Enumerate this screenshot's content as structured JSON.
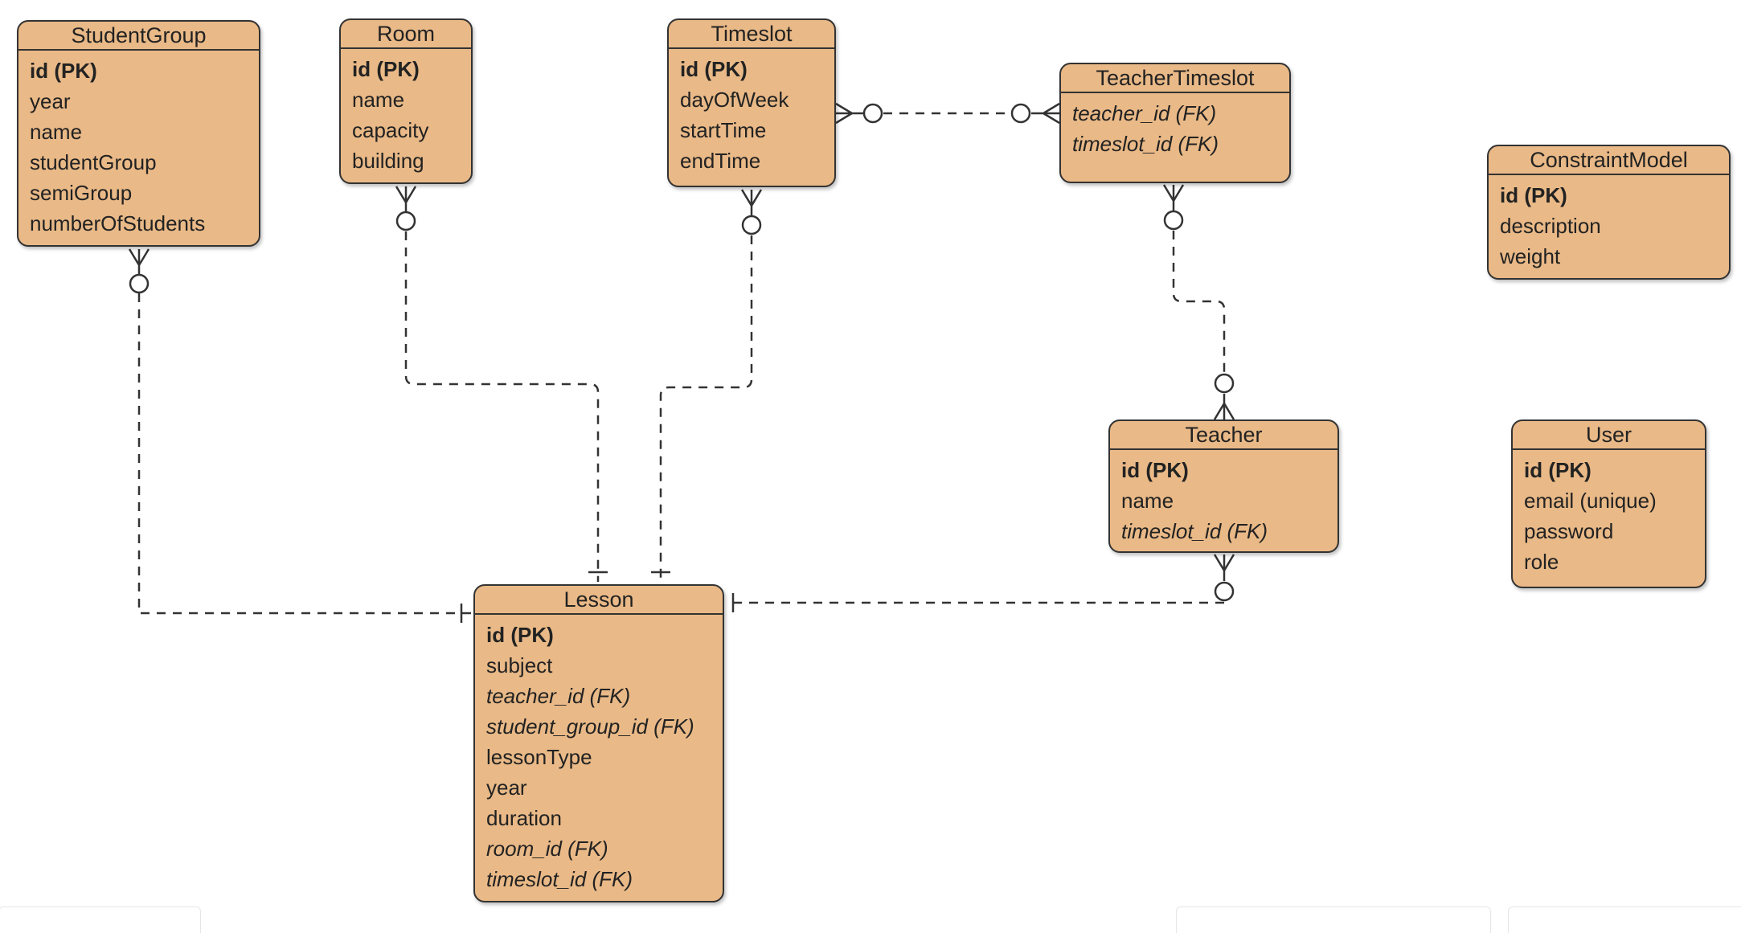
{
  "entities": {
    "student_group": {
      "title": "StudentGroup",
      "attrs": [
        {
          "text": "id (PK)",
          "kind": "pk"
        },
        {
          "text": "year",
          "kind": ""
        },
        {
          "text": "name",
          "kind": ""
        },
        {
          "text": "studentGroup",
          "kind": ""
        },
        {
          "text": "semiGroup",
          "kind": ""
        },
        {
          "text": "numberOfStudents",
          "kind": ""
        }
      ]
    },
    "room": {
      "title": "Room",
      "attrs": [
        {
          "text": "id (PK)",
          "kind": "pk"
        },
        {
          "text": "name",
          "kind": ""
        },
        {
          "text": "capacity",
          "kind": ""
        },
        {
          "text": "building",
          "kind": ""
        }
      ]
    },
    "timeslot": {
      "title": "Timeslot",
      "attrs": [
        {
          "text": "id (PK)",
          "kind": "pk"
        },
        {
          "text": "dayOfWeek",
          "kind": ""
        },
        {
          "text": "startTime",
          "kind": ""
        },
        {
          "text": "endTime",
          "kind": ""
        }
      ]
    },
    "teacher_timeslot": {
      "title": "TeacherTimeslot",
      "attrs": [
        {
          "text": "teacher_id (FK)",
          "kind": "fk"
        },
        {
          "text": "timeslot_id (FK)",
          "kind": "fk"
        }
      ]
    },
    "constraint_model": {
      "title": "ConstraintModel",
      "attrs": [
        {
          "text": "id (PK)",
          "kind": "pk"
        },
        {
          "text": "description",
          "kind": ""
        },
        {
          "text": "weight",
          "kind": ""
        }
      ]
    },
    "teacher": {
      "title": "Teacher",
      "attrs": [
        {
          "text": "id (PK)",
          "kind": "pk"
        },
        {
          "text": "name",
          "kind": ""
        },
        {
          "text": "timeslot_id (FK)",
          "kind": "fk"
        }
      ]
    },
    "user": {
      "title": "User",
      "attrs": [
        {
          "text": "id (PK)",
          "kind": "pk"
        },
        {
          "text": "email (unique)",
          "kind": ""
        },
        {
          "text": "password",
          "kind": ""
        },
        {
          "text": "role",
          "kind": ""
        }
      ]
    },
    "lesson": {
      "title": "Lesson",
      "attrs": [
        {
          "text": "id (PK)",
          "kind": "pk"
        },
        {
          "text": "subject",
          "kind": ""
        },
        {
          "text": "teacher_id (FK)",
          "kind": "fk"
        },
        {
          "text": "student_group_id (FK)",
          "kind": "fk"
        },
        {
          "text": "lessonType",
          "kind": ""
        },
        {
          "text": "year",
          "kind": ""
        },
        {
          "text": "duration",
          "kind": ""
        },
        {
          "text": "room_id (FK)",
          "kind": "fk"
        },
        {
          "text": "timeslot_id (FK)",
          "kind": "fk"
        }
      ]
    }
  },
  "relationships": [
    {
      "from": "student_group",
      "to": "lesson",
      "from_card": "zero-or-many",
      "to_card": "one"
    },
    {
      "from": "room",
      "to": "lesson",
      "from_card": "zero-or-many",
      "to_card": "one"
    },
    {
      "from": "timeslot",
      "to": "lesson",
      "from_card": "zero-or-many",
      "to_card": "one"
    },
    {
      "from": "timeslot",
      "to": "teacher_timeslot",
      "from_card": "zero-or-many",
      "to_card": "zero-or-many"
    },
    {
      "from": "teacher_timeslot",
      "to": "teacher",
      "from_card": "zero-or-many",
      "to_card": "zero-or-many"
    },
    {
      "from": "teacher",
      "to": "lesson",
      "from_card": "zero-or-many",
      "to_card": "one"
    }
  ],
  "colors": {
    "entity_fill": "#e9b987",
    "border": "#333333",
    "line": "#333333"
  }
}
